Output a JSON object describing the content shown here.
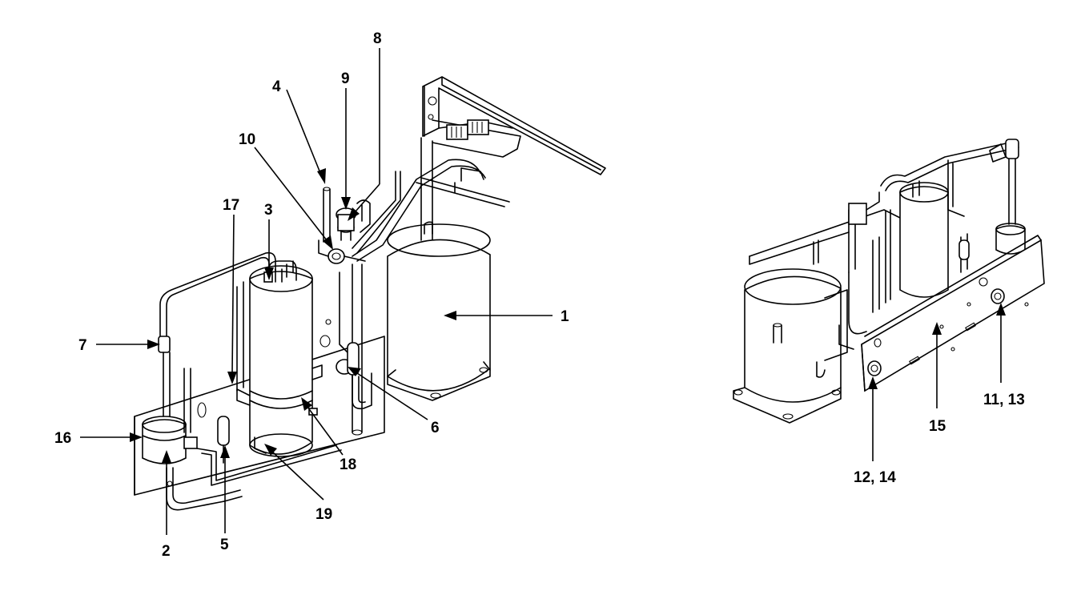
{
  "callouts": {
    "c1": "1",
    "c2": "2",
    "c3": "3",
    "c4": "4",
    "c5": "5",
    "c6": "6",
    "c7": "7",
    "c8": "8",
    "c9": "9",
    "c10": "10",
    "c11_13": "11, 13",
    "c12_14": "12, 14",
    "c15": "15",
    "c16": "16",
    "c17": "17",
    "c18": "18",
    "c19": "19"
  }
}
